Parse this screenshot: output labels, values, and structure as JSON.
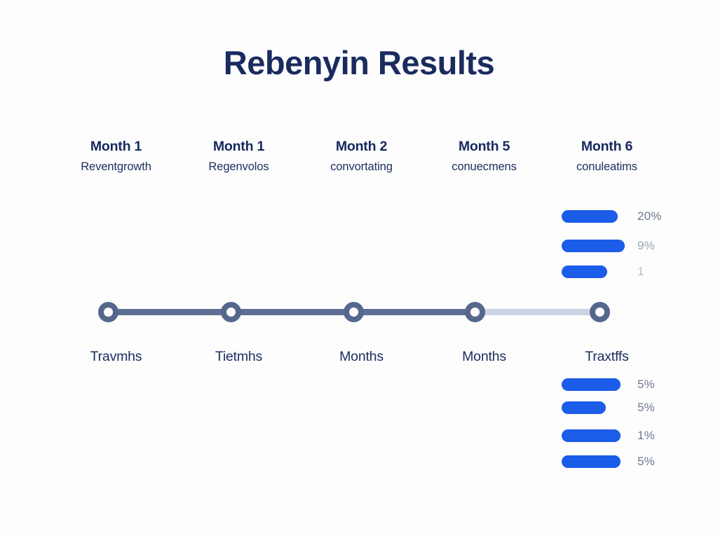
{
  "page": {
    "title": "Rebenyin Results",
    "background_color": "#fdfdfe",
    "navy_color": "#1a2b5f",
    "accent_blue": "#1b5ce8",
    "timeline_color": "#55678c",
    "timeline_dim_color": "#ccd3e2"
  },
  "milestones": [
    {
      "title": "Month 1",
      "subtitle": "Reventgrowth"
    },
    {
      "title": "Month 1",
      "subtitle": "Regenvolos"
    },
    {
      "title": "Month 2",
      "subtitle": "convortating"
    },
    {
      "title": "Month 5",
      "subtitle": "conuecmens"
    },
    {
      "title": "Month 6",
      "subtitle": "conuleatims"
    }
  ],
  "axis_labels": [
    "Travmhs",
    "Tietmhs",
    "Months",
    "Months",
    "Traxtffs"
  ],
  "timeline": {
    "node_count": 5,
    "completed_segments": 3,
    "dim_segments": 1
  },
  "bar_groups": {
    "top": [
      {
        "value": "20%",
        "width": 80
      },
      {
        "value": "9%",
        "width": 90
      },
      {
        "value": "1",
        "width": 65
      }
    ],
    "bottom": [
      {
        "value": "5%",
        "width": 84
      },
      {
        "value": "5%",
        "width": 63
      },
      {
        "value": "1%",
        "width": 84
      },
      {
        "value": "5%",
        "width": 84
      }
    ]
  },
  "chart_data": {
    "type": "bar",
    "title": "Rebenyin Results",
    "xlabel": "",
    "ylabel": "",
    "orientation": "horizontal",
    "groups": [
      {
        "name": "top-group",
        "categories": [
          "bar-1",
          "bar-2",
          "bar-3"
        ],
        "values": [
          20,
          9,
          1
        ],
        "labels": [
          "20%",
          "9%",
          "1"
        ],
        "bar_pixel_widths": [
          80,
          90,
          65
        ]
      },
      {
        "name": "bottom-group",
        "categories": [
          "bar-1",
          "bar-2",
          "bar-3",
          "bar-4"
        ],
        "values": [
          5,
          5,
          1,
          5
        ],
        "labels": [
          "5%",
          "5%",
          "1%",
          "5%"
        ],
        "bar_pixel_widths": [
          84,
          63,
          84,
          84
        ]
      }
    ],
    "timeline": {
      "type": "milestone-track",
      "nodes": [
        "Month 1",
        "Month 1",
        "Month 2",
        "Month 5",
        "Month 6"
      ],
      "node_sublabels": [
        "Reventgrowth",
        "Regenvolos",
        "convortating",
        "conuecmens",
        "conuleatims"
      ],
      "axis_labels": [
        "Travmhs",
        "Tietmhs",
        "Months",
        "Months",
        "Traxtffs"
      ],
      "completed_segments": 3,
      "total_segments": 4
    },
    "legend": [],
    "grid": false
  }
}
